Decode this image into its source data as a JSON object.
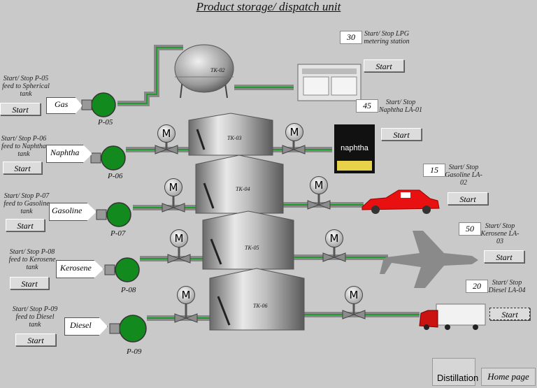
{
  "title": "Product storage/ dispatch unit",
  "pumps": [
    {
      "tag": "P-05",
      "desc": "Start/ Stop P-05 feed to Spherical tank",
      "button": "Start",
      "product": "Gas"
    },
    {
      "tag": "P-06",
      "desc": "Start/ Stop P-06 feed to Naphtha tank",
      "button": "Start",
      "product": "Naphtha"
    },
    {
      "tag": "P-07",
      "desc": "Start/ Stop P-07 feed to Gasoline tank",
      "button": "Start",
      "product": "Gasoline"
    },
    {
      "tag": "P-08",
      "desc": "Start/ Stop P-08 feed to Kerosene tank",
      "button": "Start",
      "product": "Kerosene"
    },
    {
      "tag": "P-09",
      "desc": "Start/ Stop P-09 feed to Diesel tank",
      "button": "Start",
      "product": "Diesel"
    }
  ],
  "tanks": [
    "TK-02",
    "TK-03",
    "TK-04",
    "TK-05",
    "TK-06"
  ],
  "stations": [
    {
      "value": "30",
      "desc": "Start/ Stop LPG metering station",
      "button": "Start"
    },
    {
      "value": "45",
      "desc": "Start/ Stop Naphtha LA-01",
      "button": "Start"
    },
    {
      "value": "15",
      "desc": "Start/ Stop Gasoline LA-02",
      "button": "Start"
    },
    {
      "value": "50",
      "desc": "Start/ Stop Kerosene LA-03",
      "button": "Start"
    },
    {
      "value": "20",
      "desc": "Start/ Stop Diesel LA-04",
      "button": "Start"
    }
  ],
  "motor_label": "M",
  "naphtha_can_label": "naphtha",
  "nav": {
    "distillation": "Distillation",
    "home": "Home page"
  },
  "colors": {
    "pump": "#138a1e",
    "car": "#e81010",
    "truck_cab": "#cc1111",
    "pipe_stripe": "#1f9d2c"
  }
}
